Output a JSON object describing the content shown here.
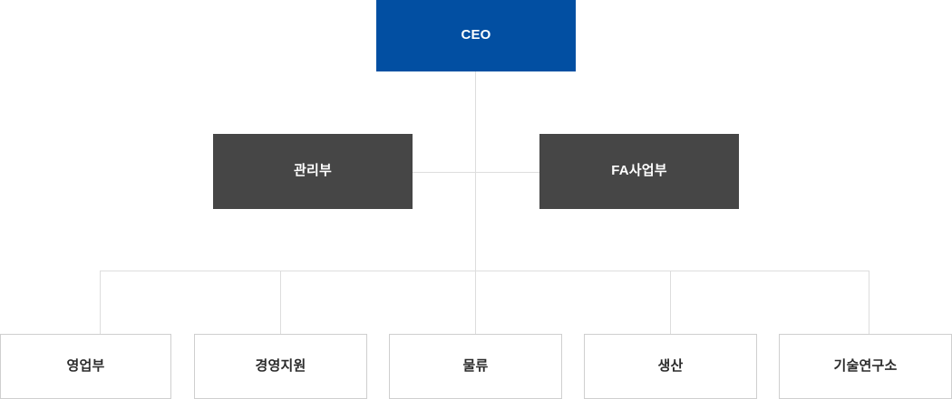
{
  "chart": {
    "type": "org-chart",
    "title": "",
    "colors": {
      "root": "#024fa2",
      "division": "#464646",
      "team_border": "#cfcfcf",
      "team_background": "#ffffff",
      "connector": "#dddddd",
      "root_text": "#ffffff",
      "division_text": "#ffffff",
      "team_text": "#2b2b2b"
    },
    "root": {
      "label": "CEO",
      "level": 1
    },
    "divisions": [
      {
        "label": "관리부",
        "level": 2
      },
      {
        "label": "FA사업부",
        "level": 2
      }
    ],
    "teams": [
      {
        "label": "영업부",
        "level": 3
      },
      {
        "label": "경영지원",
        "level": 3
      },
      {
        "label": "물류",
        "level": 3
      },
      {
        "label": "생산",
        "level": 3
      },
      {
        "label": "기술연구소",
        "level": 3
      }
    ]
  }
}
